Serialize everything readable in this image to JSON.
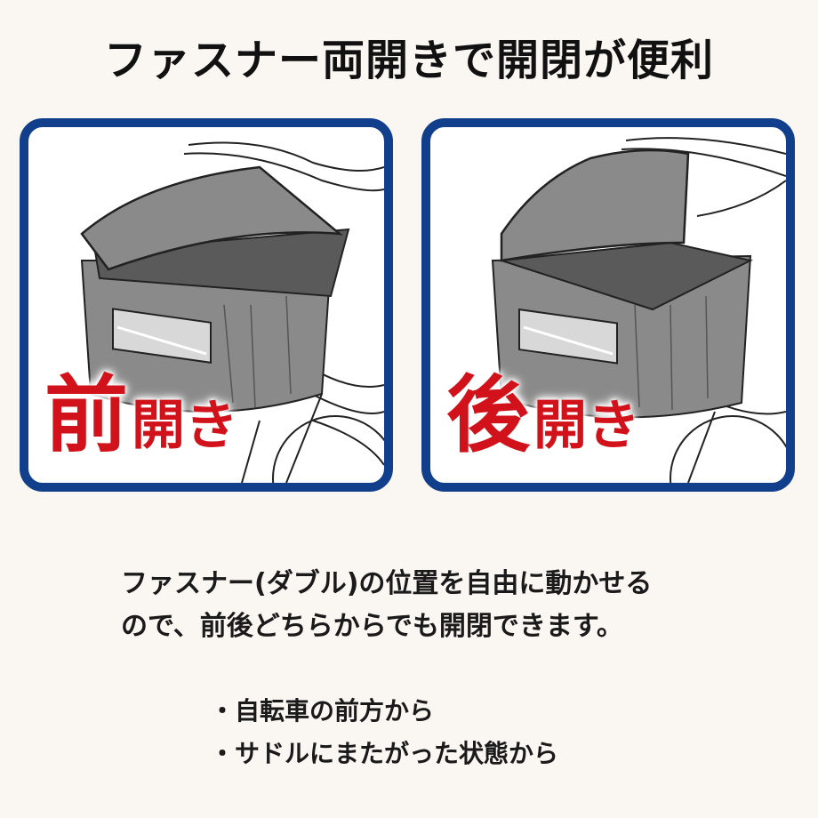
{
  "title": "ファスナー両開きで開閉が便利",
  "panels": [
    {
      "id": "front",
      "big": "前",
      "small": "開き"
    },
    {
      "id": "back",
      "big": "後",
      "small": "開き"
    }
  ],
  "description": {
    "line1": "ファスナー(ダブル)の位置を自由に動かせる",
    "line2": "ので、前後どちらからでも開閉できます。"
  },
  "bullets": [
    "自転車の前方から",
    "サドルにまたがった状態から"
  ],
  "colors": {
    "frame": "#123f8c",
    "accent": "#d2121b",
    "cover": "#8a8a8a",
    "cover_dark": "#6e6e6e"
  }
}
